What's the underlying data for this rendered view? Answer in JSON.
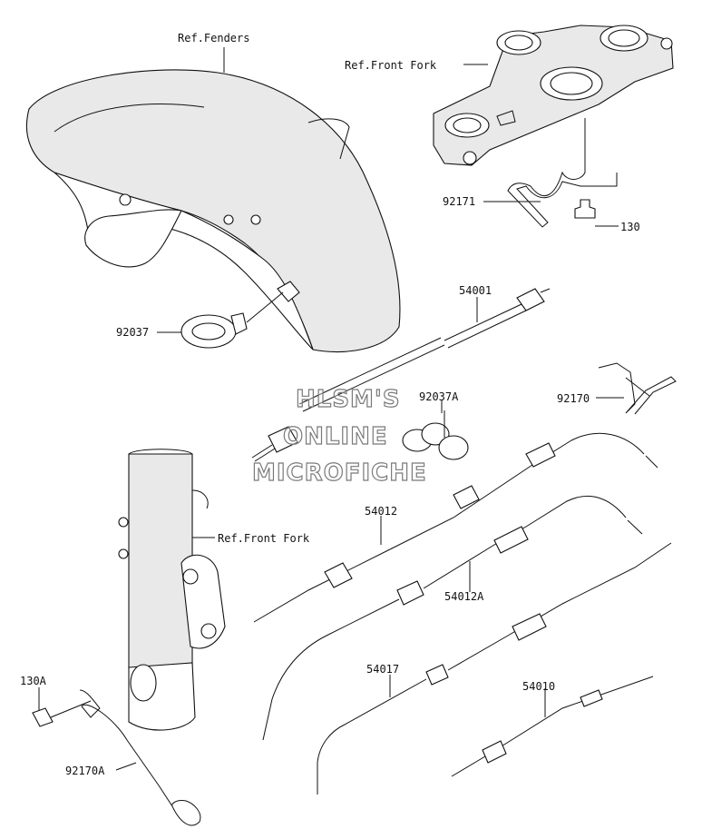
{
  "labels": {
    "ref_fenders": "Ref.Fenders",
    "ref_front_fork_top": "Ref.Front Fork",
    "ref_front_fork_side": "Ref.Front Fork",
    "p92171": "92171",
    "p130": "130",
    "p92037": "92037",
    "p54001": "54001",
    "p92037A": "92037A",
    "p92170": "92170",
    "p54012": "54012",
    "p54012A": "54012A",
    "p130A": "130A",
    "p54017": "54017",
    "p54010": "54010",
    "p92170A": "92170A"
  },
  "watermark": {
    "line1": "HLSM'S",
    "line2": "ONLINE",
    "line3": "MICROFICHE"
  }
}
